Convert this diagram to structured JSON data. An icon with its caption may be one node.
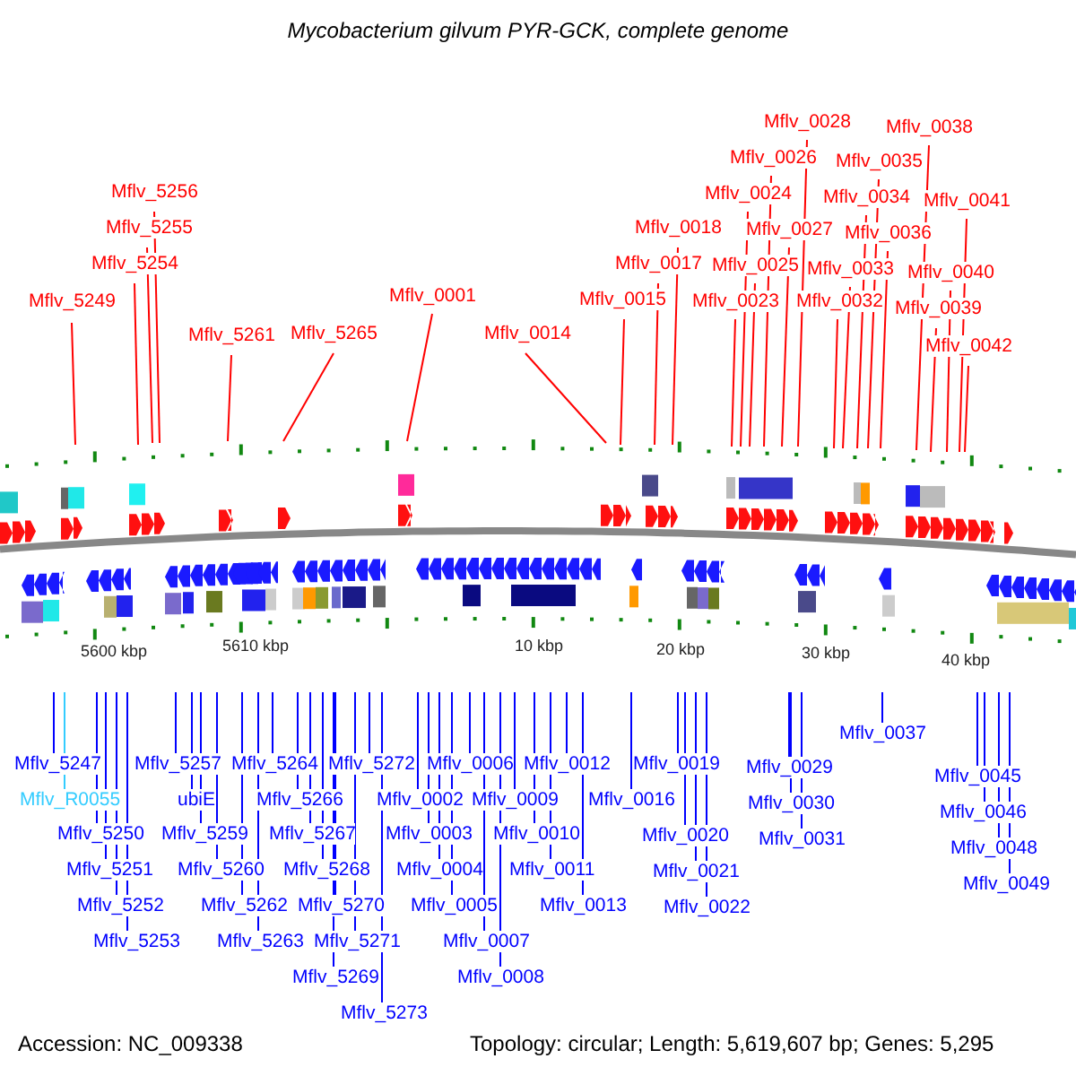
{
  "diagram": {
    "title": "Mycobacterium gilvum PYR-GCK, complete genome",
    "nodes": [
      {
        "text": [
          "Mflv_5249"
        ]
      },
      {
        "text": [
          "Mflv_5254"
        ]
      },
      {
        "text": [
          "Mflv_5255"
        ]
      },
      {
        "text": [
          "Mflv_5256"
        ]
      },
      {
        "text": [
          "Mflv_5261"
        ]
      },
      {
        "text": [
          "Mflv_5265"
        ]
      },
      {
        "text": [
          "Mflv_0001"
        ]
      },
      {
        "text": [
          "Mflv_0014"
        ]
      },
      {
        "text": [
          "Mflv_0015"
        ]
      },
      {
        "text": [
          "Mflv_0017"
        ]
      },
      {
        "text": [
          "Mflv_0018"
        ]
      },
      {
        "text": [
          "Mflv_0023"
        ]
      },
      {
        "text": [
          "Mflv_0024"
        ]
      },
      {
        "text": [
          "Mflv_0025"
        ]
      },
      {
        "text": [
          "Mflv_0026"
        ]
      },
      {
        "text": [
          "Mflv_0027"
        ]
      },
      {
        "text": [
          "Mflv_0028"
        ]
      },
      {
        "text": [
          "Mflv_0032"
        ]
      },
      {
        "text": [
          "Mflv_0033"
        ]
      },
      {
        "text": [
          "Mflv_0034"
        ]
      },
      {
        "text": [
          "Mflv_0035"
        ]
      },
      {
        "text": [
          "Mflv_0036"
        ]
      },
      {
        "text": [
          "Mflv_0038"
        ]
      },
      {
        "text": [
          "Mflv_0039"
        ]
      },
      {
        "text": [
          "Mflv_0040"
        ]
      },
      {
        "text": [
          "Mflv_0041"
        ]
      },
      {
        "text": [
          "Mflv_0042"
        ]
      },
      {
        "text": [
          "Mflv_5247"
        ]
      },
      {
        "text": [
          "Mflv_R0055"
        ]
      },
      {
        "text": [
          "Mflv_5250"
        ]
      },
      {
        "text": [
          "Mflv_5251"
        ]
      },
      {
        "text": [
          "Mflv_5252"
        ]
      },
      {
        "text": [
          "Mflv_5253"
        ]
      },
      {
        "text": [
          "Mflv_5257"
        ]
      },
      {
        "text": [
          "ubiE"
        ]
      },
      {
        "text": [
          "Mflv_5259"
        ]
      },
      {
        "text": [
          "Mflv_5260"
        ]
      },
      {
        "text": [
          "Mflv_5262"
        ]
      },
      {
        "text": [
          "Mflv_5263"
        ]
      },
      {
        "text": [
          "Mflv_5264"
        ]
      },
      {
        "text": [
          "Mflv_5266"
        ]
      },
      {
        "text": [
          "Mflv_5267"
        ]
      },
      {
        "text": [
          "Mflv_5268"
        ]
      },
      {
        "text": [
          "Mflv_5270"
        ]
      },
      {
        "text": [
          "Mflv_5271"
        ]
      },
      {
        "text": [
          "Mflv_5269"
        ]
      },
      {
        "text": [
          "Mflv_5272"
        ]
      },
      {
        "text": [
          "Mflv_5273"
        ]
      },
      {
        "text": [
          "Mflv_0002"
        ]
      },
      {
        "text": [
          "Mflv_0003"
        ]
      },
      {
        "text": [
          "Mflv_0004"
        ]
      },
      {
        "text": [
          "Mflv_0005"
        ]
      },
      {
        "text": [
          "Mflv_0007"
        ]
      },
      {
        "text": [
          "Mflv_0008"
        ]
      },
      {
        "text": [
          "Mflv_0006"
        ]
      },
      {
        "text": [
          "Mflv_0009"
        ]
      },
      {
        "text": [
          "Mflv_0010"
        ]
      },
      {
        "text": [
          "Mflv_0011"
        ]
      },
      {
        "text": [
          "Mflv_0012"
        ]
      },
      {
        "text": [
          "Mflv_0013"
        ]
      },
      {
        "text": [
          "Mflv_0016"
        ]
      },
      {
        "text": [
          "Mflv_0019"
        ]
      },
      {
        "text": [
          "Mflv_0020"
        ]
      },
      {
        "text": [
          "Mflv_0021"
        ]
      },
      {
        "text": [
          "Mflv_0022"
        ]
      },
      {
        "text": [
          "Mflv_0029"
        ]
      },
      {
        "text": [
          "Mflv_0030"
        ]
      },
      {
        "text": [
          "Mflv_0031"
        ]
      },
      {
        "text": [
          "Mflv_0037"
        ]
      },
      {
        "text": [
          "Mflv_0045"
        ]
      },
      {
        "text": [
          "Mflv_0046"
        ]
      },
      {
        "text": [
          "Mflv_0048"
        ]
      },
      {
        "text": [
          "Mflv_0049"
        ]
      }
    ],
    "edges": [
      {
        "from": 0,
        "to": null,
        "arrow": "none",
        "color": "#ff0000"
      },
      {
        "from": 1,
        "to": null,
        "arrow": "none",
        "color": "#ff0000"
      },
      {
        "from": 2,
        "to": null,
        "arrow": "none",
        "color": "#ff0000"
      },
      {
        "from": 3,
        "to": null,
        "arrow": "none",
        "color": "#ff0000"
      },
      {
        "from": 4,
        "to": null,
        "arrow": "none",
        "color": "#ff0000"
      },
      {
        "from": 5,
        "to": null,
        "arrow": "none",
        "color": "#ff0000"
      },
      {
        "from": 6,
        "to": null,
        "arrow": "none",
        "color": "#ff0000"
      },
      {
        "from": 7,
        "to": null,
        "arrow": "none",
        "color": "#ff0000"
      },
      {
        "from": 8,
        "to": null,
        "arrow": "none",
        "color": "#ff0000"
      },
      {
        "from": 9,
        "to": null,
        "arrow": "none",
        "color": "#ff0000"
      },
      {
        "from": 10,
        "to": null,
        "arrow": "none",
        "color": "#ff0000"
      },
      {
        "from": 11,
        "to": null,
        "arrow": "none",
        "color": "#ff0000"
      },
      {
        "from": 12,
        "to": null,
        "arrow": "none",
        "color": "#ff0000"
      },
      {
        "from": 13,
        "to": null,
        "arrow": "none",
        "color": "#ff0000"
      },
      {
        "from": 14,
        "to": null,
        "arrow": "none",
        "color": "#ff0000"
      },
      {
        "from": 15,
        "to": null,
        "arrow": "none",
        "color": "#ff0000"
      },
      {
        "from": 16,
        "to": null,
        "arrow": "none",
        "color": "#ff0000"
      },
      {
        "from": 17,
        "to": null,
        "arrow": "none",
        "color": "#ff0000"
      },
      {
        "from": 18,
        "to": null,
        "arrow": "none",
        "color": "#ff0000"
      },
      {
        "from": 19,
        "to": null,
        "arrow": "none",
        "color": "#ff0000"
      },
      {
        "from": 20,
        "to": null,
        "arrow": "none",
        "color": "#ff0000"
      },
      {
        "from": 21,
        "to": null,
        "arrow": "none",
        "color": "#ff0000"
      },
      {
        "from": 22,
        "to": null,
        "arrow": "none",
        "color": "#ff0000"
      },
      {
        "from": 23,
        "to": null,
        "arrow": "none",
        "color": "#ff0000"
      },
      {
        "from": 24,
        "to": null,
        "arrow": "none",
        "color": "#ff0000"
      },
      {
        "from": 25,
        "to": null,
        "arrow": "none",
        "color": "#ff0000"
      },
      {
        "from": 26,
        "to": null,
        "arrow": "none",
        "color": "#ff0000"
      },
      {
        "from": 27,
        "to": null,
        "arrow": "none"
      },
      {
        "from": 28,
        "to": null,
        "arrow": "none",
        "color": "#33ccff"
      },
      {
        "from": 29,
        "to": null,
        "arrow": "none"
      },
      {
        "from": 30,
        "to": null,
        "arrow": "none"
      },
      {
        "from": 31,
        "to": null,
        "arrow": "none"
      },
      {
        "from": 32,
        "to": null,
        "arrow": "none"
      },
      {
        "from": 33,
        "to": null,
        "arrow": "none"
      },
      {
        "from": 34,
        "to": null,
        "arrow": "none"
      },
      {
        "from": 35,
        "to": null,
        "arrow": "none"
      },
      {
        "from": 36,
        "to": null,
        "arrow": "none"
      },
      {
        "from": 37,
        "to": null,
        "arrow": "none"
      },
      {
        "from": 38,
        "to": null,
        "arrow": "none"
      },
      {
        "from": 39,
        "to": null,
        "arrow": "none"
      },
      {
        "from": 40,
        "to": null,
        "arrow": "none"
      },
      {
        "from": 41,
        "to": null,
        "arrow": "none"
      },
      {
        "from": 42,
        "to": null,
        "arrow": "none"
      },
      {
        "from": 43,
        "to": null,
        "arrow": "none"
      },
      {
        "from": 44,
        "to": null,
        "arrow": "none"
      },
      {
        "from": 45,
        "to": null,
        "arrow": "none"
      },
      {
        "from": 46,
        "to": null,
        "arrow": "none"
      },
      {
        "from": 47,
        "to": null,
        "arrow": "none"
      },
      {
        "from": 48,
        "to": null,
        "arrow": "none"
      },
      {
        "from": 49,
        "to": null,
        "arrow": "none"
      },
      {
        "from": 50,
        "to": null,
        "arrow": "none"
      },
      {
        "from": 51,
        "to": null,
        "arrow": "none"
      },
      {
        "from": 52,
        "to": null,
        "arrow": "none"
      },
      {
        "from": 53,
        "to": null,
        "arrow": "none"
      },
      {
        "from": 54,
        "to": null,
        "arrow": "none"
      },
      {
        "from": 55,
        "to": null,
        "arrow": "none"
      },
      {
        "from": 56,
        "to": null,
        "arrow": "none"
      },
      {
        "from": 57,
        "to": null,
        "arrow": "none"
      },
      {
        "from": 58,
        "to": null,
        "arrow": "none"
      },
      {
        "from": 59,
        "to": null,
        "arrow": "none"
      },
      {
        "from": 60,
        "to": null,
        "arrow": "none"
      },
      {
        "from": 61,
        "to": null,
        "arrow": "none"
      },
      {
        "from": 62,
        "to": null,
        "arrow": "none"
      },
      {
        "from": 63,
        "to": null,
        "arrow": "none"
      },
      {
        "from": 64,
        "to": null,
        "arrow": "none"
      },
      {
        "from": 65,
        "to": null,
        "arrow": "none"
      },
      {
        "from": 66,
        "to": null,
        "arrow": "none"
      },
      {
        "from": 67,
        "to": null,
        "arrow": "none"
      },
      {
        "from": 68,
        "to": null,
        "arrow": "none"
      },
      {
        "from": 69,
        "to": null,
        "arrow": "none"
      },
      {
        "from": 70,
        "to": null,
        "arrow": "none"
      },
      {
        "from": 71,
        "to": null,
        "arrow": "none"
      },
      {
        "from": 72,
        "to": null,
        "arrow": "none"
      }
    ],
    "labels": [
      "5600 kbp",
      "5610 kbp",
      "10 kbp",
      "20 kbp",
      "30 kbp",
      "40 kbp",
      "Accession: NC_009338",
      "Topology: circular; Length: 5,619,607 bp; Genes: 5,295"
    ]
  }
}
